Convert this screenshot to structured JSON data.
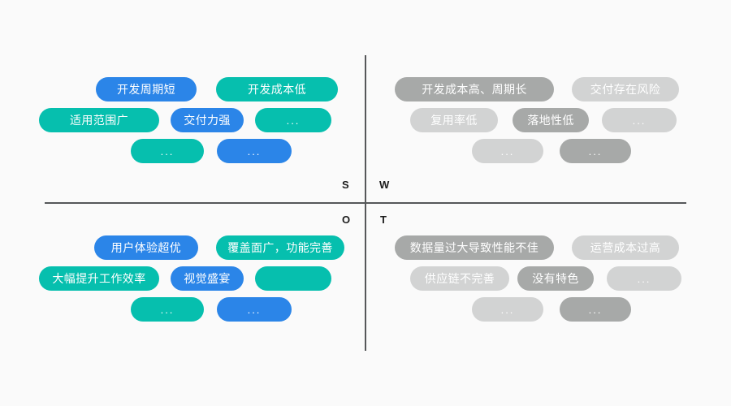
{
  "colors": {
    "background": "#fafafa",
    "axis": "#555759",
    "blue": "#2b85e8",
    "teal": "#06bfae",
    "gray_dark": "#a7a9a8",
    "gray_light": "#d2d3d3",
    "pill_text": "#ffffff",
    "axis_label_text": "#1c1c1c"
  },
  "axis_labels": {
    "strengths": "S",
    "weaknesses": "W",
    "opportunities": "O",
    "threats": "T"
  },
  "quadrants": {
    "strengths": {
      "key": "S",
      "rows": [
        [
          {
            "label": "开发周期短",
            "color": "blue",
            "width": 124,
            "offset": 70
          },
          {
            "label": "开发成本低",
            "color": "teal",
            "width": 150,
            "gap": 24
          }
        ],
        [
          {
            "label": "适用范围广",
            "color": "teal",
            "width": 148,
            "offset": 0
          },
          {
            "label": "交付力强",
            "color": "blue",
            "width": 90,
            "gap": 14
          },
          {
            "label": "...",
            "color": "teal",
            "width": 94,
            "gap": 14
          }
        ],
        [
          {
            "label": "...",
            "color": "teal",
            "width": 90,
            "offset": 113
          },
          {
            "label": "...",
            "color": "blue",
            "width": 92,
            "gap": 16
          }
        ]
      ]
    },
    "weaknesses": {
      "key": "W",
      "rows": [
        [
          {
            "label": "开发成本高、周期长",
            "color": "gray-dark",
            "width": 196,
            "offset": 16
          },
          {
            "label": "交付存在风险",
            "color": "gray-light",
            "width": 132,
            "gap": 22
          }
        ],
        [
          {
            "label": "复用率低",
            "color": "gray-light",
            "width": 108,
            "offset": 35
          },
          {
            "label": "落地性低",
            "color": "gray-dark",
            "width": 94,
            "gap": 18
          },
          {
            "label": "...",
            "color": "gray-light",
            "width": 92,
            "gap": 16
          }
        ],
        [
          {
            "label": "...",
            "color": "gray-light",
            "width": 88,
            "offset": 111
          },
          {
            "label": "...",
            "color": "gray-dark",
            "width": 88,
            "gap": 20
          }
        ]
      ]
    },
    "opportunities": {
      "key": "O",
      "rows": [
        [
          {
            "label": "用户体验超优",
            "color": "blue",
            "width": 128,
            "offset": 68
          },
          {
            "label": "覆盖面广，功能完善",
            "color": "teal",
            "width": 158,
            "gap": 22
          }
        ],
        [
          {
            "label": "大幅提升工作效率",
            "color": "teal",
            "width": 148,
            "offset": 0
          },
          {
            "label": "视觉盛宴",
            "color": "blue",
            "width": 90,
            "gap": 14
          },
          {
            "label": "",
            "color": "teal",
            "width": 94,
            "gap": 14
          }
        ],
        [
          {
            "label": "...",
            "color": "teal",
            "width": 90,
            "offset": 113
          },
          {
            "label": "...",
            "color": "blue",
            "width": 92,
            "gap": 16
          }
        ]
      ]
    },
    "threats": {
      "key": "T",
      "rows": [
        [
          {
            "label": "数据量过大导致性能不佳",
            "color": "gray-dark",
            "width": 196,
            "offset": 16
          },
          {
            "label": "运营成本过高",
            "color": "gray-light",
            "width": 132,
            "gap": 22
          }
        ],
        [
          {
            "label": "供应链不完善",
            "color": "gray-light",
            "width": 122,
            "offset": 35
          },
          {
            "label": "没有特色",
            "color": "gray-dark",
            "width": 94,
            "gap": 10
          },
          {
            "label": "...",
            "color": "gray-light",
            "width": 92,
            "gap": 16
          }
        ],
        [
          {
            "label": "...",
            "color": "gray-light",
            "width": 88,
            "offset": 111
          },
          {
            "label": "...",
            "color": "gray-dark",
            "width": 88,
            "gap": 20
          }
        ]
      ]
    }
  }
}
